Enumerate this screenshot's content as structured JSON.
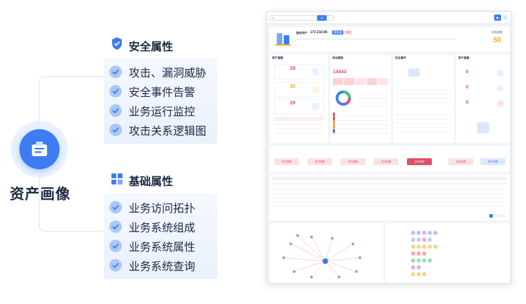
{
  "hub_title": "资产画像",
  "groups": [
    {
      "title": "安全属性",
      "icon": "shield-icon",
      "items": [
        "攻击、漏洞威胁",
        "安全事件告警",
        "业务运行监控",
        "攻击关系逻辑图"
      ]
    },
    {
      "title": "基础属性",
      "icon": "grid-icon",
      "items": [
        "业务访问拓扑",
        "业务系统组成",
        "业务系统属性",
        "业务系统查询"
      ]
    }
  ],
  "screenshot": {
    "asset_label": "服务资产",
    "asset_ip": "172.218.86",
    "asset_tag1": "服务器",
    "asset_tag2": "风险",
    "score_label": "风险指数",
    "score": "50",
    "panel_titles": [
      "资产画像",
      "攻击趋势",
      "安全事件",
      "资产画像"
    ],
    "counts": [
      "29",
      "29",
      "29",
      "14443",
      "0",
      "0",
      "0"
    ],
    "flow_labels": [
      "攻击链路",
      "攻击链路",
      "攻击链路",
      "攻击链路",
      "业务系统",
      "攻击链路",
      "资产画像"
    ],
    "colors": {
      "accent": "#3d7cf2",
      "danger": "#e05066",
      "warn": "#f5a623",
      "ok": "#3fbf7f"
    }
  }
}
